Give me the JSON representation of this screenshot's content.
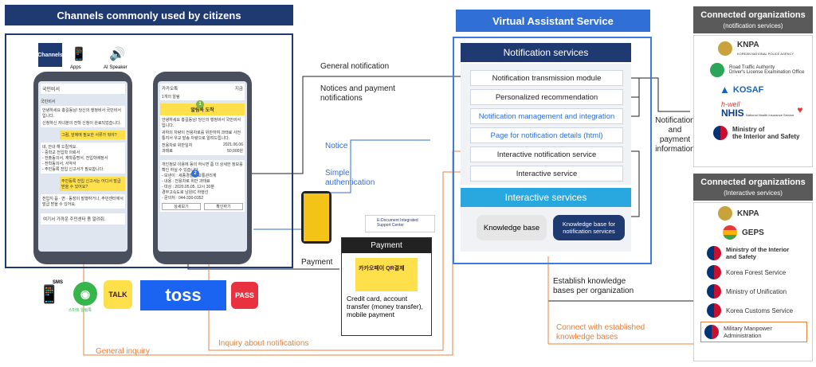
{
  "left": {
    "title": "Channels commonly used by citizens",
    "channels_label": "Channels",
    "apps_label": "Apps",
    "ai_speaker_label": "AI Speaker",
    "phone1": {
      "header": "국민비서",
      "sender": "국민비서",
      "msg1": "안녕하세요 홍길동님! 당신의 행정비서 국민비서 입니다.",
      "msg1b": "신청하신 자녀분의 전학 신청이 완료되었습니다.",
      "question": "그럼, 앞에에 필요한 서류가 뭐야?",
      "msg2": "네, 안내 해 드릴게요.",
      "list": [
        "- 중학교 전입학 의뢰서",
        "- 전출동의서, 재학증명서, 전입학배정서",
        "- 전학동의서, 서약서",
        "- 주민등록 전입 신고서가 필요합니다."
      ],
      "question2": "주민등록 전입 신고서는 어디서 발급 받을 수 있어요?",
      "msg3": "전입지 읍 · 면 · 동장이 발행하거나, 주민센터에서 발급 받을 수 있어요.",
      "input": "여기서 가까운 주민센터 좀 알려줘."
    },
    "phone2": {
      "header": "카카오톡",
      "time": "지금",
      "sub": "1개의 알림",
      "badge1": "1",
      "banner": "알림톡 도착",
      "body": "안녕하세요 홍길동님! 당신의 행정비서 국민비서 입니다.",
      "body2": "귀하의 차량이 전용차로를 위반하여 과태료 사전통지서 우교 발송 차량으로 알려드립니다.",
      "date_label": "전용차로 위반일자",
      "date": "2021.06.06",
      "amount_label": "과태료",
      "amount": "50,000원",
      "badge2": "2",
      "body3": "개인정보 이용에 동의 하시면 좀 더 상세한 정보를 확인 하실 수 있습니다.",
      "details": [
        "- 보낸이 : 세종경찰서 교통관리계",
        "- 내용 : 전용차로 위반 과태료",
        "- 대상 : 2020.05.05. 12시 30분",
        "  경부고속도로 남원IC 하행선",
        "- 문의처 : 044-330-0352"
      ],
      "btn1": "상세보기",
      "btn2": "확인하기"
    },
    "bottom_icons": [
      "SMS",
      "스마트 알림톡",
      "TALK",
      "toss",
      "PASS"
    ]
  },
  "center": {
    "general_notification": "General notification",
    "notices_payment": "Notices and payment notifications",
    "notice": "Notice",
    "simple_auth": "Simple authentication",
    "payment_label": "Payment",
    "edoc": "E-Document Integrated Support Center",
    "payment_box_title": "Payment",
    "kakao_pay": "카카오페이 QR결제",
    "payment_desc": "Credit card, account transfer (money transfer), mobile payment",
    "general_inquiry": "General inquiry",
    "inquiry_notifications": "Inquiry about notifications"
  },
  "vas": {
    "title": "Virtual Assistant Service",
    "notif_title": "Notification services",
    "items": [
      "Notification transmission module",
      "Personalized recommendation",
      "Notification management and integration",
      "Page for notification details (html)",
      "Interactive notification service",
      "Interactive service"
    ],
    "interactive_title": "Interactive services",
    "kb": "Knowledge base",
    "kb_notif": "Knowledge base for notification services",
    "notif_payment_info": "Notification and payment information",
    "establish_kb": "Establish knowledge bases per organization",
    "connect_kb": "Connect with established knowledge bases"
  },
  "right": {
    "top_title": "Connected organizations",
    "top_sub": "(notification services)",
    "top_orgs": [
      "KNPA",
      "KOREAN NATIONAL POLICE AGENCY",
      "Road Traffic Authority",
      "Driver's License Examination Office",
      "KOSAF",
      "h-well",
      "NHIS",
      "National Health Insurance Service",
      "Ministry of",
      "the Interior and Safety"
    ],
    "bottom_title": "Connected organizations",
    "bottom_sub": "(Interactive services)",
    "bottom_orgs": [
      "KNPA",
      "GEPS",
      "Ministry of the Interior and Safety",
      "Korea Forest Service",
      "Ministry of Unification",
      "Korea Customs Service",
      "Military Manpower Administration"
    ]
  }
}
